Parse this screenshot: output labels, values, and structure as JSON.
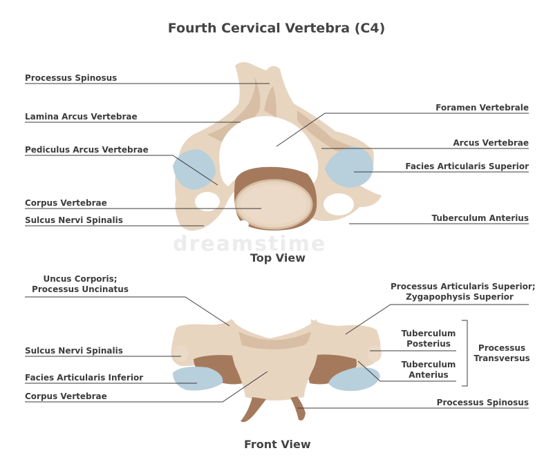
{
  "title": "Fourth Cervical Vertebra (C4)",
  "watermark": "dreamstime",
  "top_view": {
    "title": "Top View",
    "labels": {
      "processus_spinosus": "Processus Spinosus",
      "lamina_arcus": "Lamina Arcus Vertebrae",
      "pediculus_arcus": "Pediculus Arcus Vertebrae",
      "corpus_vertebrae": "Corpus Vertebrae",
      "sulcus_nervi": "Sulcus Nervi Spinalis",
      "foramen_vertebrale": "Foramen Vertebrale",
      "arcus_vertebrae": "Arcus Vertebrae",
      "facies_articularis_superior": "Facies Articularis Superior",
      "tuberculum_anterius": "Tuberculum Anterius"
    }
  },
  "front_view": {
    "title": "Front View",
    "labels": {
      "uncus_line1": "Uncus Corporis;",
      "uncus_line2": "Processus Uncinatus",
      "sulcus_nervi": "Sulcus Nervi Spinalis",
      "facies_articularis_inferior": "Facies Articularis Inferior",
      "corpus_vertebrae": "Corpus Vertebrae",
      "proc_art_sup_line1": "Processus Articularis Superior;",
      "proc_art_sup_line2": "Zygapophysis Superior",
      "tuberculum_posterius_line1": "Tuberculum",
      "tuberculum_posterius_line2": "Posterius",
      "tuberculum_anterius_line1": "Tuberculum",
      "tuberculum_anterius_line2": "Anterius",
      "processus_transversus_line1": "Processus",
      "processus_transversus_line2": "Transversus",
      "processus_spinosus": "Processus Spinosus"
    }
  },
  "colors": {
    "bone": "#e8d5c0",
    "bone_dark": "#d7bea4",
    "bone_shadow": "#a57a5c",
    "cartilage": "#b8cfdc",
    "line": "#3a3a3a"
  }
}
